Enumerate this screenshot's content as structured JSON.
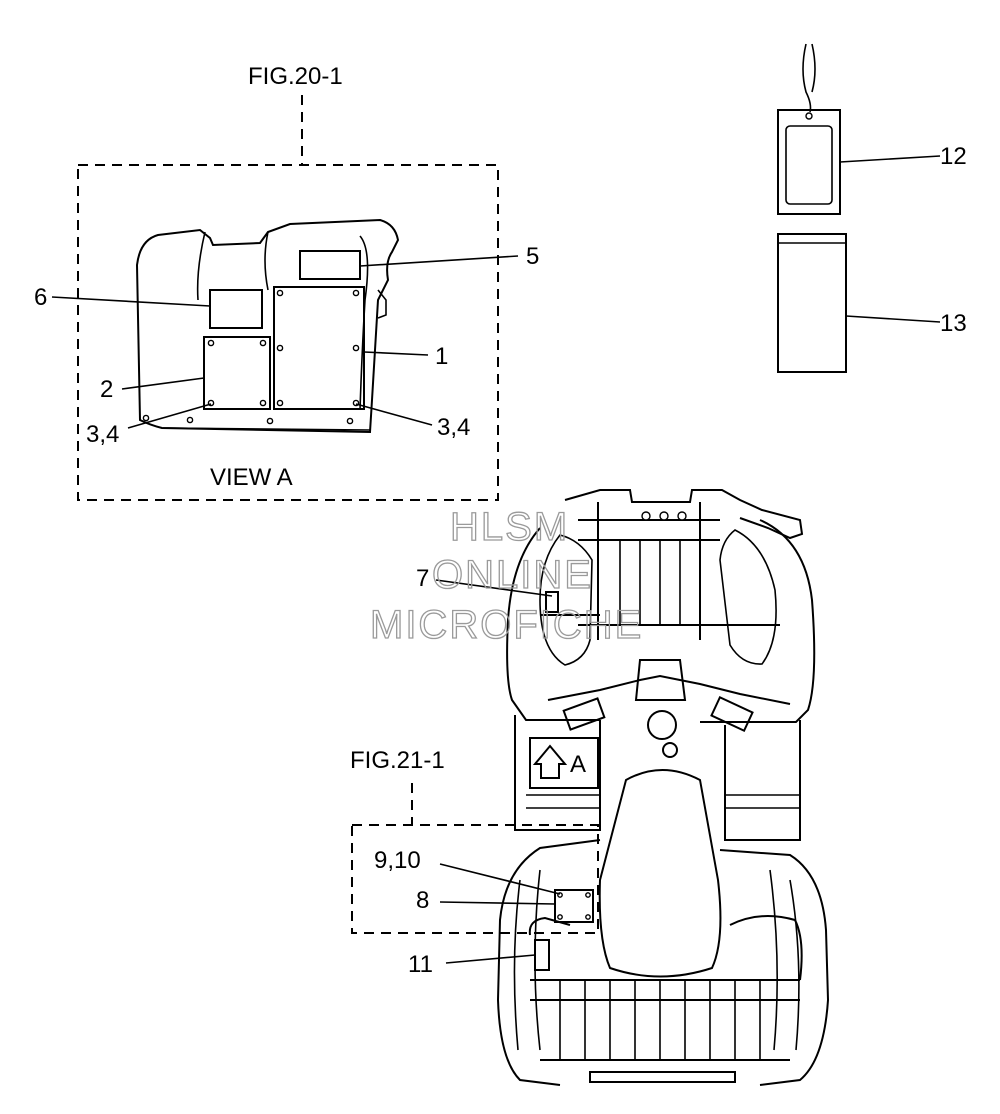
{
  "figure_refs": {
    "fig_20": "FIG.20-1",
    "fig_21": "FIG.21-1"
  },
  "view_label": "VIEW A",
  "arrow_label": "A",
  "callouts": {
    "c1": "1",
    "c2": "2",
    "c34_left": "3,4",
    "c34_right": "3,4",
    "c5": "5",
    "c6": "6",
    "c7": "7",
    "c8": "8",
    "c910": "9,10",
    "c11": "11",
    "c12": "12",
    "c13": "13"
  },
  "watermark": {
    "line1": "HLSM",
    "line2": "ONLINE",
    "line3": "MICROFICHE"
  }
}
